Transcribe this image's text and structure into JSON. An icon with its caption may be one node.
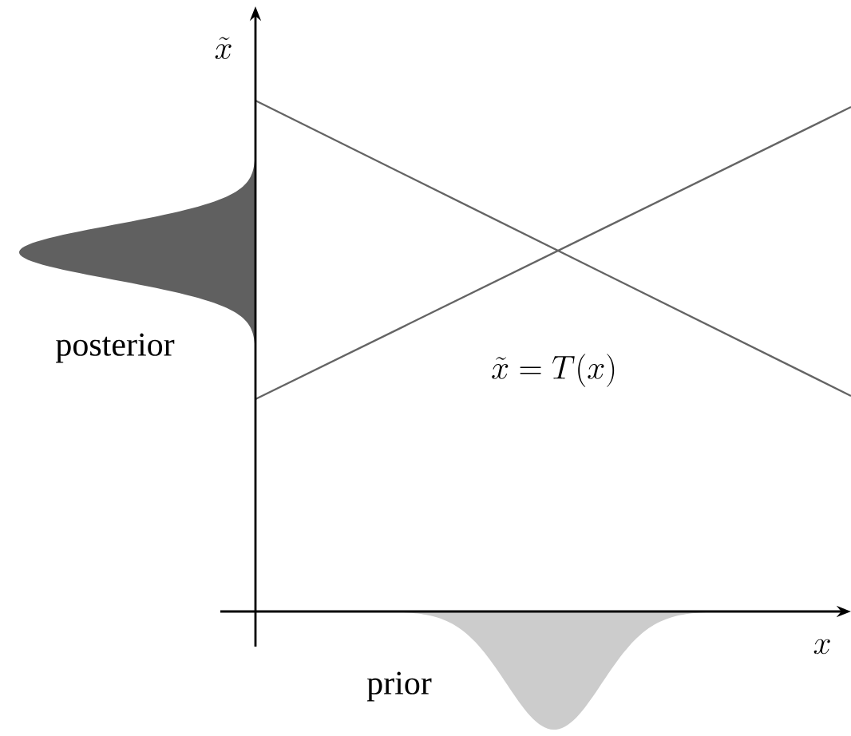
{
  "diagram": {
    "labels": [
      "\\tilde{x}",
      "x",
      "posterior",
      "\\tilde{x} = T(x)",
      "prior"
    ]
  }
}
